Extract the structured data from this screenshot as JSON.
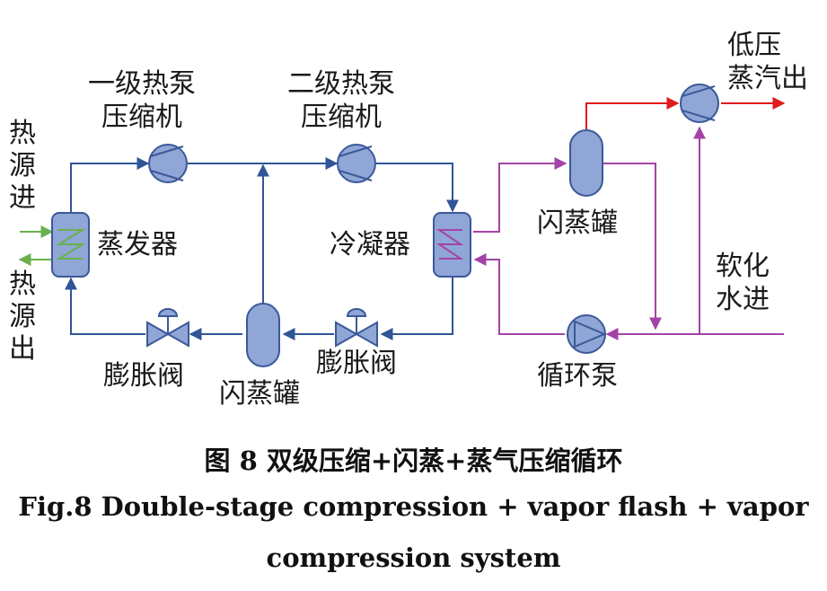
{
  "labels": {
    "heat_source_in": "热源进",
    "heat_source_out": "热源出",
    "evaporator": "蒸发器",
    "compressor1_line1": "一级热泵",
    "compressor1_line2": "压缩机",
    "compressor2_line1": "二级热泵",
    "compressor2_line2": "压缩机",
    "condenser": "冷凝器",
    "expansion_valve_left": "膨胀阀",
    "expansion_valve_right": "膨胀阀",
    "flash_tank_bottom": "闪蒸罐",
    "flash_tank_right": "闪蒸罐",
    "low_pressure_steam_line1": "低压",
    "low_pressure_steam_line2": "蒸汽出",
    "softened_water_line1": "软化",
    "softened_water_line2": "水进",
    "circulation_pump": "循环泵"
  },
  "caption": {
    "chinese": "图 8  双级压缩+闪蒸+蒸气压缩循环",
    "english_line1": "Fig.8 Double-stage compression + vapor flash + vapor",
    "english_line2": "compression system"
  },
  "colors": {
    "refrigerant_loop": "#2f5597",
    "water_loop": "#a443a6",
    "steam_out": "#e01b1b",
    "heat_source": "#6ab04c",
    "equipment_fill": "#8fa6d6",
    "equipment_stroke": "#3b5998"
  }
}
